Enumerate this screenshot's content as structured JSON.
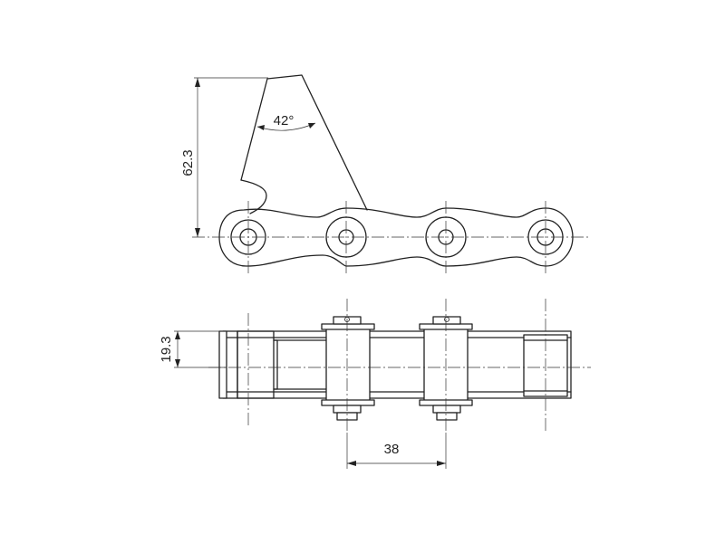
{
  "dimensions": {
    "height_label": "62.3",
    "angle_label": "42°",
    "width_label": "19.3",
    "pitch_label": "38"
  },
  "colors": {
    "line": "#222222",
    "background": "#ffffff"
  }
}
